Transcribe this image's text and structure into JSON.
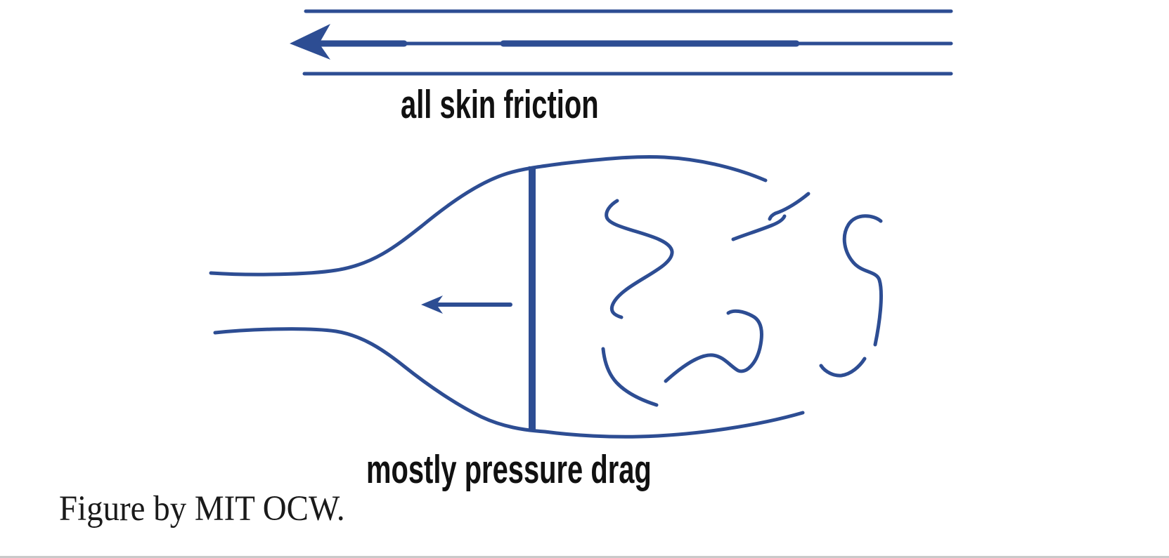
{
  "figure": {
    "top_label": "all skin friction",
    "bottom_label": "mostly pressure drag",
    "caption": "Figure by MIT OCW.",
    "colors": {
      "line": "#2d4d93",
      "label_text": "#111111",
      "caption_text": "#1a1a1a",
      "page_edge": "#c9c9c9",
      "background": "#ffffff"
    },
    "icons": {
      "flow_arrow": "left-arrow",
      "wake_arrow": "left-arrow"
    }
  }
}
